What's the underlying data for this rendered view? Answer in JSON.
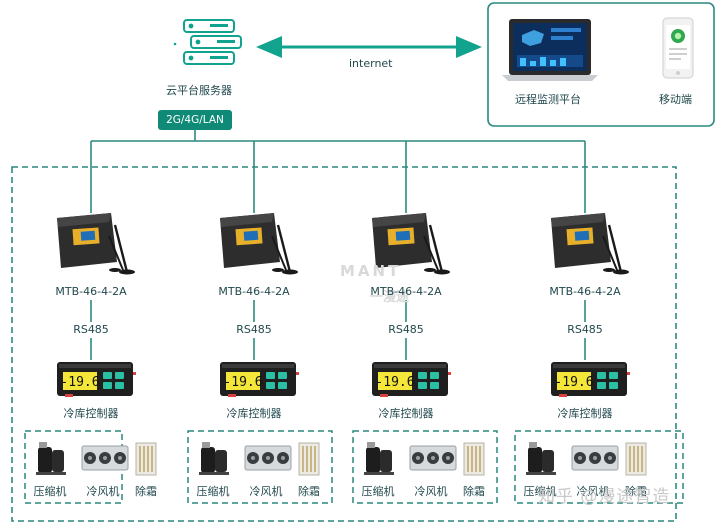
{
  "cloud_label": "云平台服务器",
  "network_label": "2G/4G/LAN",
  "internet_label": "internet",
  "remote_platform_label": "远程监测平台",
  "mobile_label": "移动端",
  "watermark": "知乎 @漫途智造",
  "watermark_brand": "MANT",
  "watermark_brand_cn": "一漫途",
  "units": [
    {
      "gateway": "MTB-46-4-2A",
      "bus": "RS485",
      "controller": "冷库控制器",
      "controller_display": "-19.6",
      "devices": [
        "压缩机",
        "冷风机",
        "除霜"
      ]
    },
    {
      "gateway": "MTB-46-4-2A",
      "bus": "RS485",
      "controller": "冷库控制器",
      "controller_display": "-19.6",
      "devices": [
        "压缩机",
        "冷风机",
        "除霜"
      ]
    },
    {
      "gateway": "MTB-46-4-2A",
      "bus": "RS485",
      "controller": "冷库控制器",
      "controller_display": "-19.6",
      "devices": [
        "压缩机",
        "冷风机",
        "除霜"
      ]
    },
    {
      "gateway": "MTB-46-4-2A",
      "bus": "RS485",
      "controller": "冷库控制器",
      "controller_display": "-19.6",
      "devices": [
        "压缩机",
        "冷风机",
        "除霜"
      ]
    }
  ],
  "colors": {
    "line": "#2a8a7f",
    "accent": "#0f8a76",
    "display": "#f5e63a"
  }
}
